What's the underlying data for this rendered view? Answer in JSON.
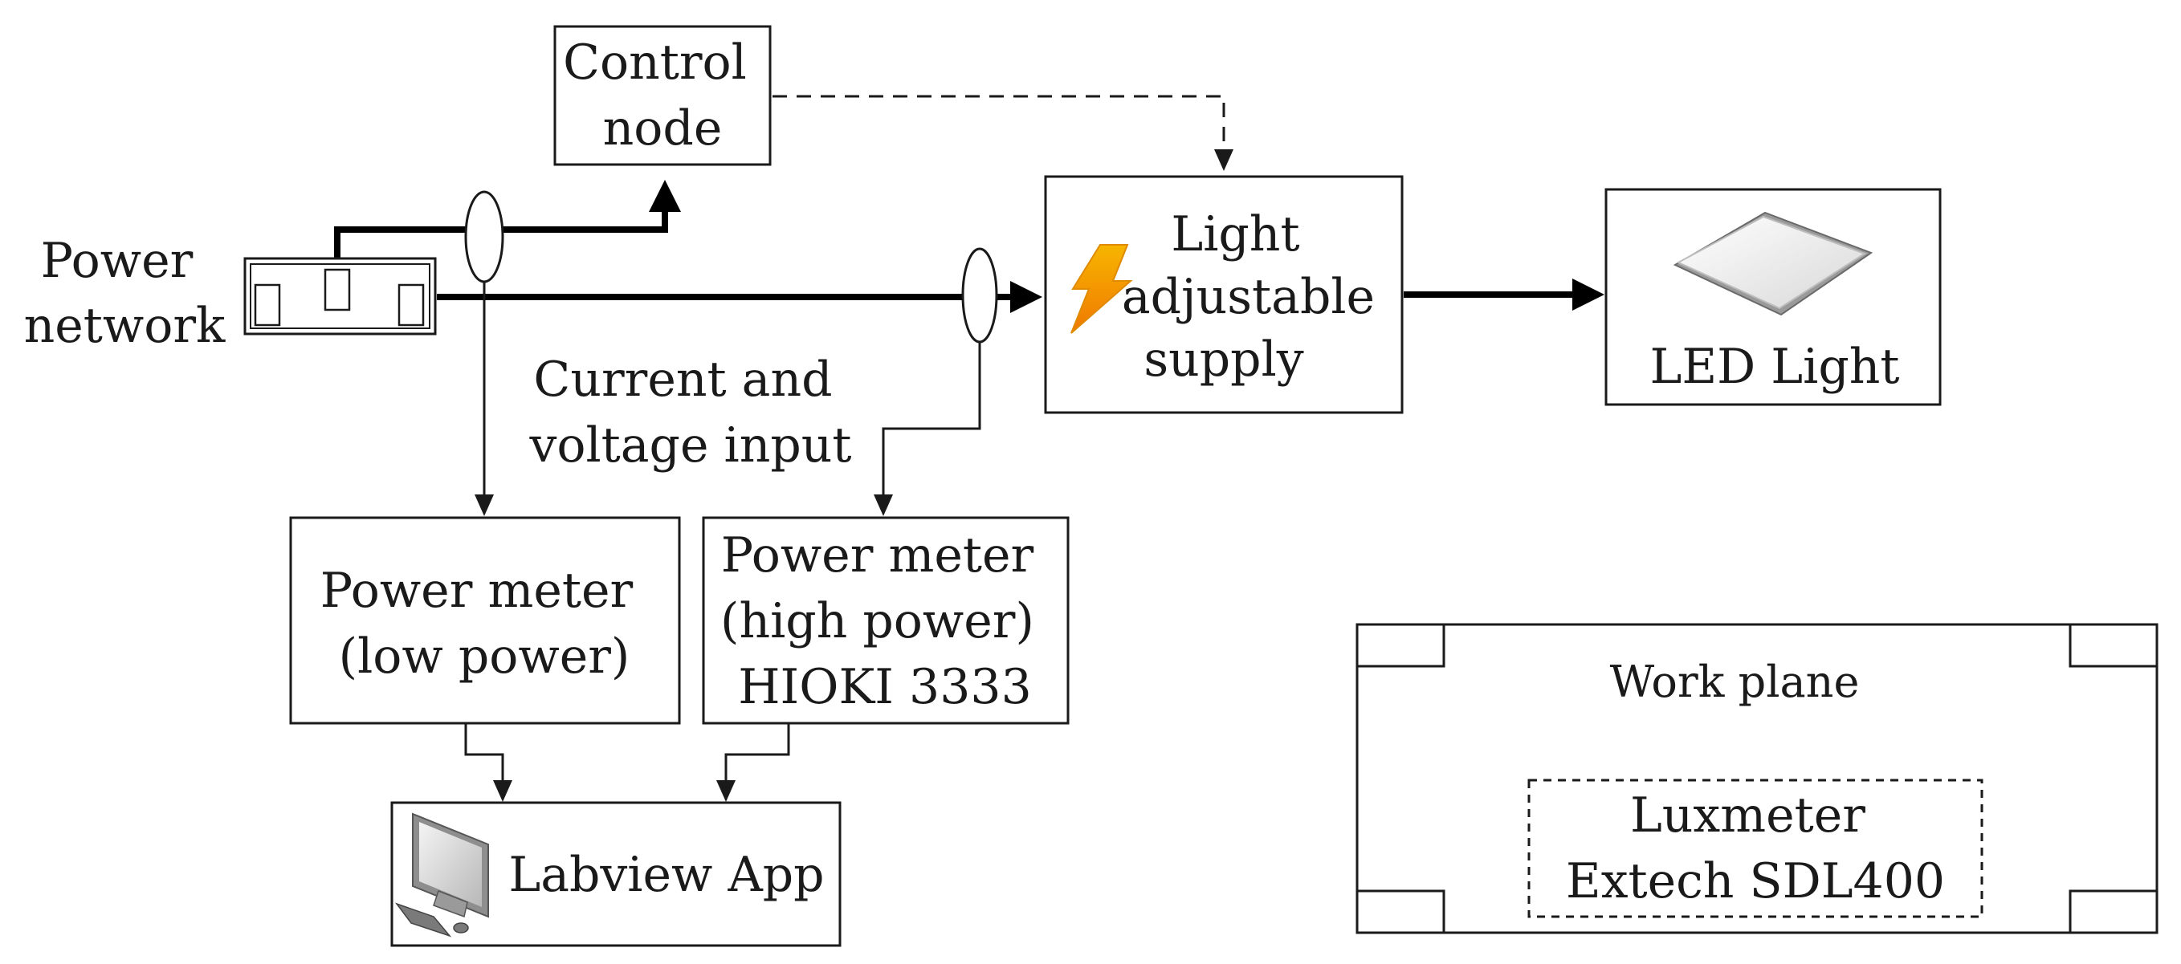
{
  "labels": {
    "control_node": [
      "Control",
      "node"
    ],
    "power_network": [
      "Power",
      "network"
    ],
    "current_voltage": [
      "Current and",
      "voltage input"
    ],
    "light_supply": [
      "Light",
      "adjustable",
      "supply"
    ],
    "led_light": "LED Light",
    "power_meter_low": [
      "Power meter",
      "(low power)"
    ],
    "power_meter_high": [
      "Power meter",
      "(high power)",
      "HIOKI 3333"
    ],
    "labview": "Labview App",
    "work_plane": "Work plane",
    "luxmeter": [
      "Luxmeter",
      "Extech SDL400"
    ]
  },
  "icons": {
    "supply": "lightning-bolt-icon",
    "led": "led-panel-icon",
    "computer": "computer-icon",
    "outlet": "power-outlet-icon"
  },
  "colors": {
    "line": "#000000",
    "bolt_top": "#f7b500",
    "bolt_bottom": "#f07800"
  }
}
